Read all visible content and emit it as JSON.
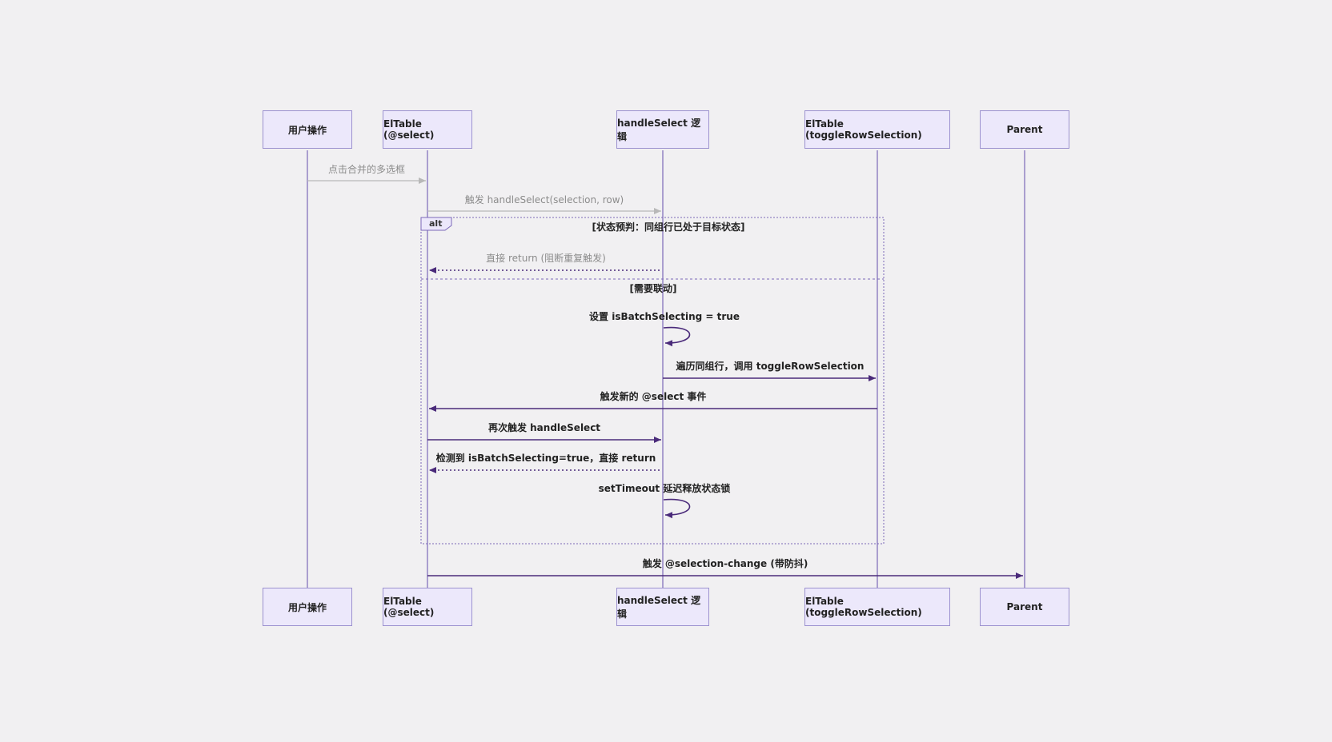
{
  "participants": [
    {
      "id": "user",
      "label": "用户操作"
    },
    {
      "id": "table_select",
      "label": "ElTable (@select)"
    },
    {
      "id": "handler",
      "label": "handleSelect 逻辑"
    },
    {
      "id": "table_toggle",
      "label": "ElTable (toggleRowSelection)"
    },
    {
      "id": "parent",
      "label": "Parent"
    }
  ],
  "messages": {
    "m1": "点击合并的多选框",
    "m2": "触发 handleSelect(selection, row)",
    "m3": "直接 return (阻断重复触发)",
    "m4": "设置 isBatchSelecting = true",
    "m5": "遍历同组行，调用 toggleRowSelection",
    "m6": "触发新的 @select 事件",
    "m7": "再次触发 handleSelect",
    "m8": "检测到 isBatchSelecting=true，直接 return",
    "m9": "setTimeout 延迟释放状态锁",
    "m10": "触发 @selection-change (带防抖)"
  },
  "alt_block": {
    "tag": "alt",
    "guard_1": "[状态预判：同组行已处于目标状态]",
    "guard_2": "[需要联动]"
  },
  "colors": {
    "lifeline": "#7b68b8",
    "arrow_strong": "#4a2a7a",
    "arrow_faint": "#b8b8b8",
    "box_fill": "#ece8fb",
    "box_border": "#9c92cf"
  }
}
